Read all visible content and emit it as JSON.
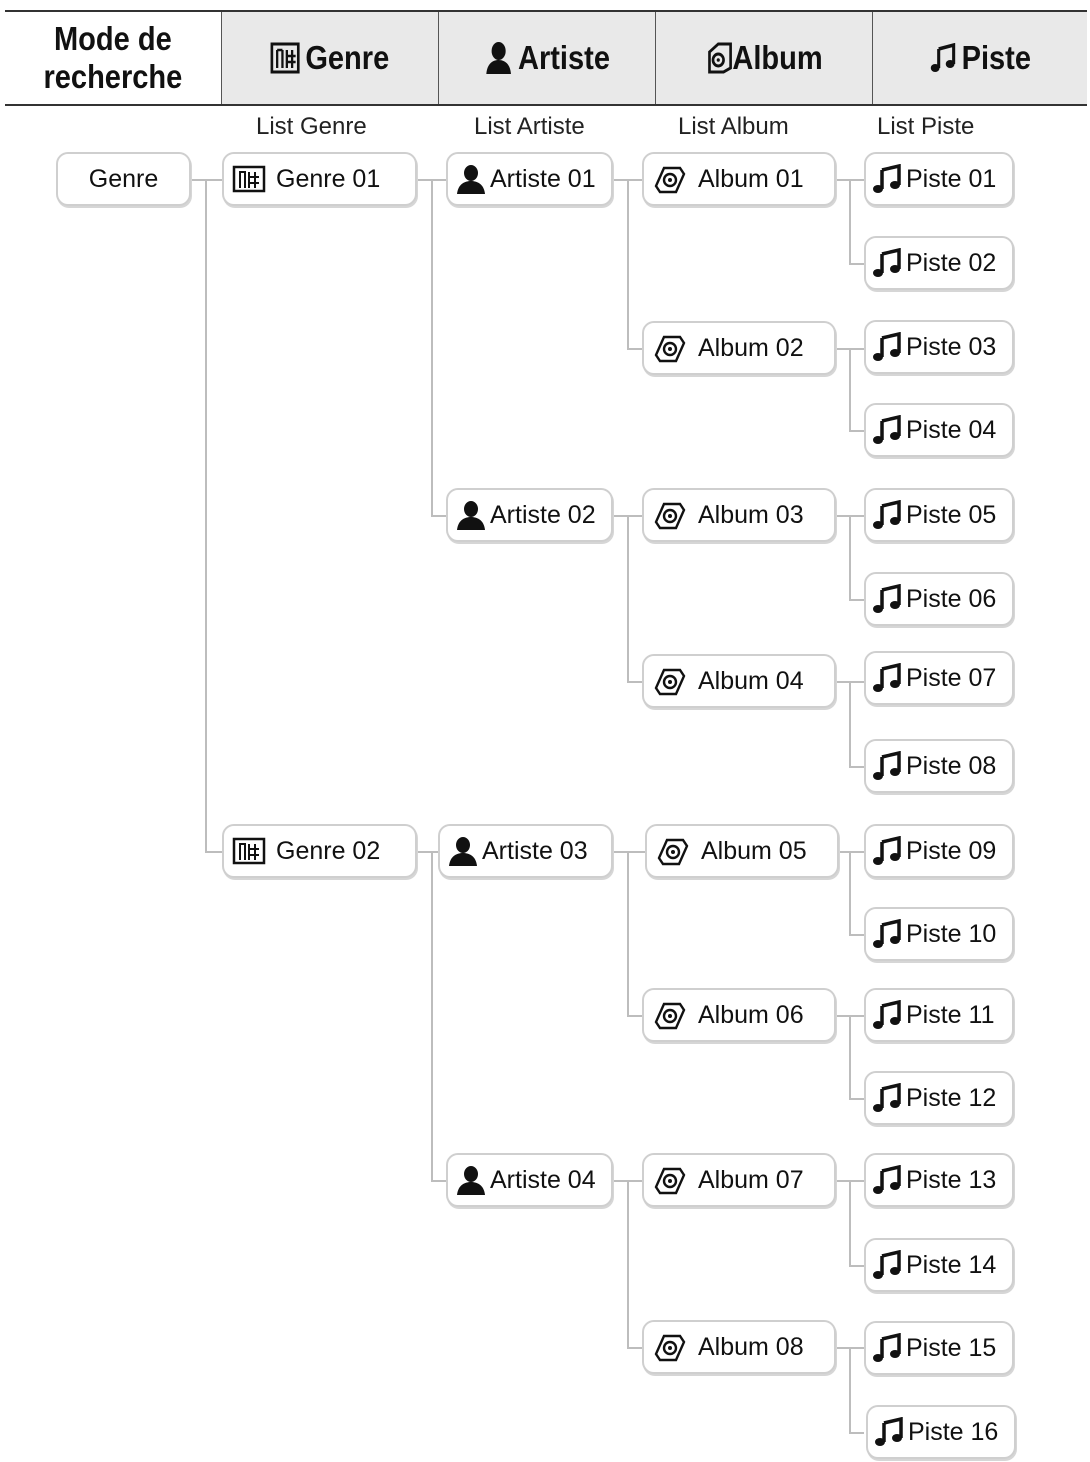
{
  "header": {
    "mode_label_line1": "Mode de",
    "mode_label_line2": "recherche",
    "genre": "Genre",
    "artiste": "Artiste",
    "album": "Album",
    "piste": "Piste"
  },
  "columns": {
    "genre": "List Genre",
    "artiste": "List Artiste",
    "album": "List Album",
    "piste": "List Piste"
  },
  "root": "Genre",
  "genres": [
    "Genre 01",
    "Genre 02"
  ],
  "artists": [
    "Artiste 01",
    "Artiste 02",
    "Artiste 03",
    "Artiste 04"
  ],
  "albums": [
    "Album 01",
    "Album 02",
    "Album 03",
    "Album 04",
    "Album 05",
    "Album 06",
    "Album 07",
    "Album 08"
  ],
  "tracks": [
    "Piste 01",
    "Piste 02",
    "Piste 03",
    "Piste 04",
    "Piste 05",
    "Piste 06",
    "Piste 07",
    "Piste 08",
    "Piste 09",
    "Piste 10",
    "Piste 11",
    "Piste 12",
    "Piste 13",
    "Piste 14",
    "Piste 15",
    "Piste 16"
  ],
  "icons": {
    "genre": "genre-icon",
    "artist": "person-icon",
    "album": "disc-icon",
    "track": "music-note-icon"
  },
  "colors": {
    "header_bg": "#e9e9e9",
    "node_border": "#cfcfcf",
    "connector": "#bdbdbd"
  }
}
